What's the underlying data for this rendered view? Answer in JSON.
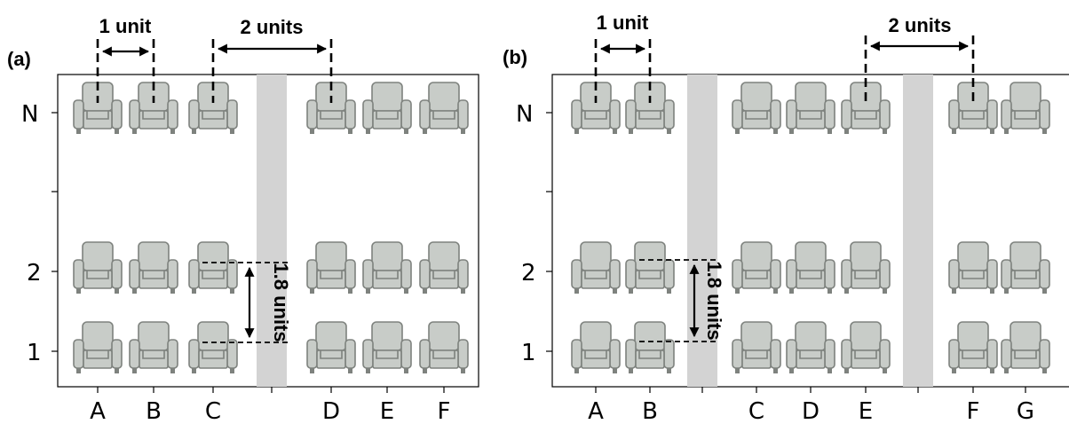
{
  "colors": {
    "seat_fill": "#c8ccc8",
    "seat_stroke": "#7e827e",
    "aisle": "#d3d3d3",
    "ink": "#000000"
  },
  "icon": "armchair-icon",
  "rows": [
    "N",
    "2",
    "1"
  ],
  "panels": [
    {
      "label": "(a)",
      "columns": [
        "A",
        "B",
        "C",
        "D",
        "E",
        "F"
      ],
      "annotations": {
        "one_unit": "1 unit",
        "two_units": "2 units",
        "row_gap": "1.8 units"
      }
    },
    {
      "label": "(b)",
      "columns": [
        "A",
        "B",
        "C",
        "D",
        "E",
        "F",
        "G"
      ],
      "annotations": {
        "one_unit": "1 unit",
        "two_units": "2 units",
        "row_gap": "1.8 units"
      }
    }
  ]
}
